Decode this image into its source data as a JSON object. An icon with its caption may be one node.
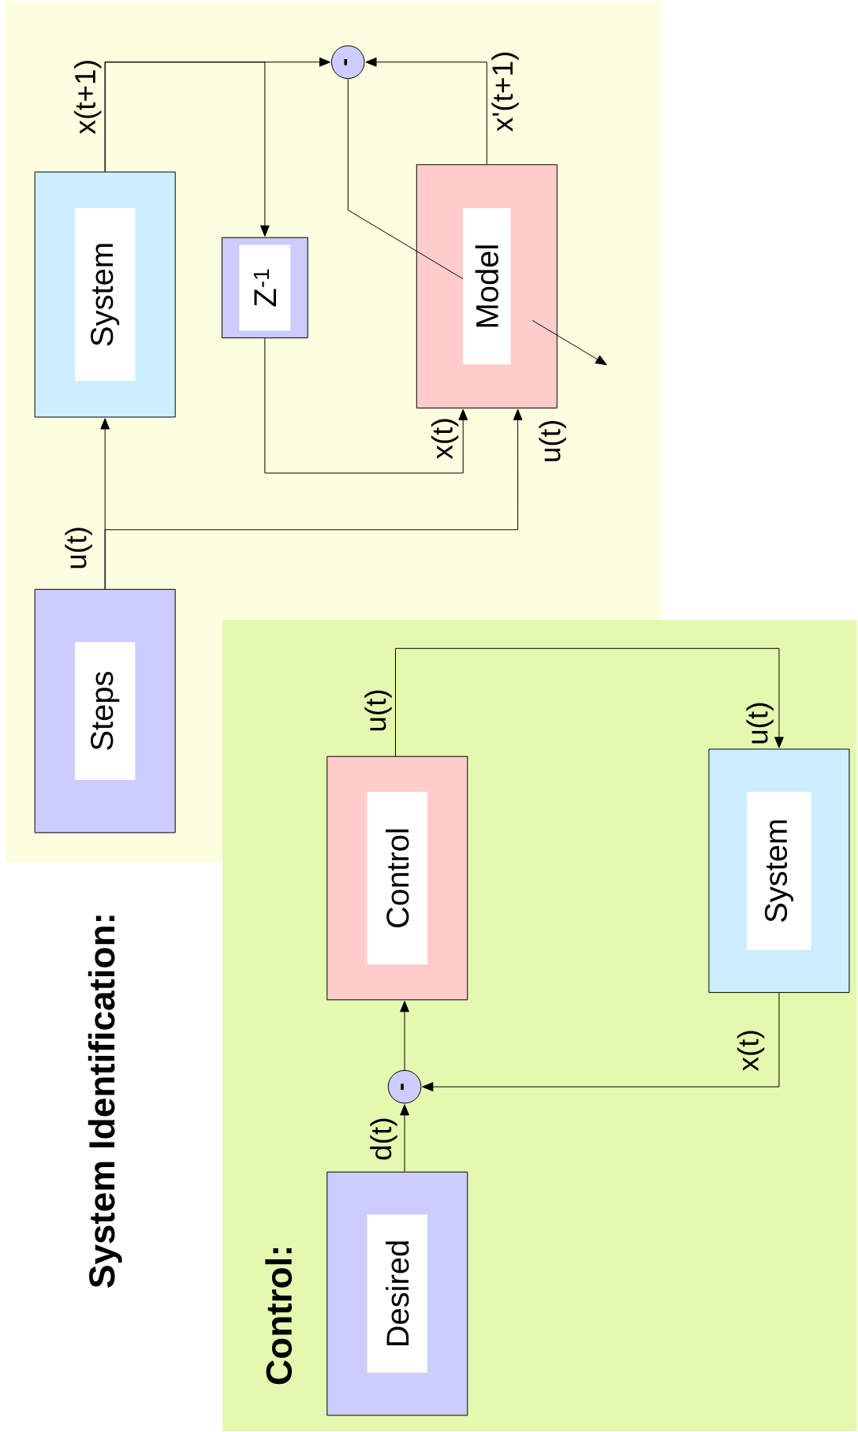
{
  "diagram": {
    "nodes": [
      {
        "text": [
          "System Identification:"
        ]
      },
      {
        "text": [
          "Steps"
        ],
        "in": 0
      },
      {
        "text": [
          "System"
        ],
        "in": 0
      },
      {
        "text": [
          "Z$^{-1}$"
        ],
        "in": 0
      },
      {
        "text": [
          "Model"
        ],
        "in": 0
      },
      {
        "text": [
          "-"
        ],
        "in": 0
      },
      {
        "text": [
          "Control:"
        ]
      },
      {
        "text": [
          "Desired"
        ],
        "in": 6
      },
      {
        "text": [
          "-"
        ],
        "in": 6
      },
      {
        "text": [
          "Control"
        ],
        "in": 6
      },
      {
        "text": [
          "System"
        ],
        "in": 6
      }
    ],
    "edges": [
      {
        "from": 1,
        "to": 2,
        "arrow": "to",
        "label": "u(t)"
      },
      {
        "from": 1,
        "to": 4,
        "arrow": "to",
        "label": "u(t)"
      },
      {
        "from": 2,
        "to": 5,
        "arrow": "to",
        "label": "x(t+1)"
      },
      {
        "from": 2,
        "to": 3,
        "arrow": "to"
      },
      {
        "from": 4,
        "to": 5,
        "arrow": "to",
        "label": "x'(t+1)"
      },
      {
        "from": 3,
        "to": 4,
        "arrow": "to",
        "label": "x(t)"
      },
      {
        "from": 5,
        "to": null,
        "arrow": "to"
      },
      {
        "from": 7,
        "to": 8,
        "arrow": "to",
        "label": "d(t)"
      },
      {
        "from": 8,
        "to": 9,
        "arrow": "to"
      },
      {
        "from": 9,
        "to": 10,
        "arrow": "to",
        "label": "u(t)"
      },
      {
        "from": 10,
        "to": 8,
        "arrow": "to",
        "label": "x(t)"
      }
    ],
    "labels": [
      "u(t)"
    ]
  }
}
